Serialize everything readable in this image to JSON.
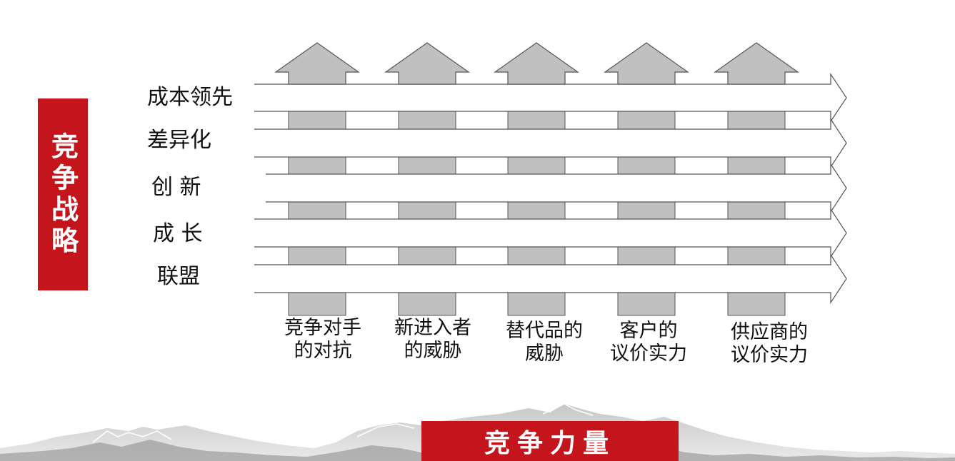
{
  "strategy_title": "竞争战略",
  "forces_title": "竞争力量",
  "strategies": [
    "成本领先",
    "差异化",
    "创 新",
    "成 长",
    "联盟"
  ],
  "forces": [
    {
      "line1": "竞争对手",
      "line2": "的对抗"
    },
    {
      "line1": "新进入者",
      "line2": "的威胁"
    },
    {
      "line1": "替代品的",
      "line2": "威胁"
    },
    {
      "line1": "客户的",
      "line2": "议价实力"
    },
    {
      "line1": "供应商的",
      "line2": "议价实力"
    }
  ],
  "colors": {
    "accent_red": "#c3151b",
    "column_gray": "#c0c0c0",
    "outline": "#555555"
  },
  "icons": [
    "up-arrow-icon",
    "right-arrow-icon",
    "mountain-range-image"
  ]
}
